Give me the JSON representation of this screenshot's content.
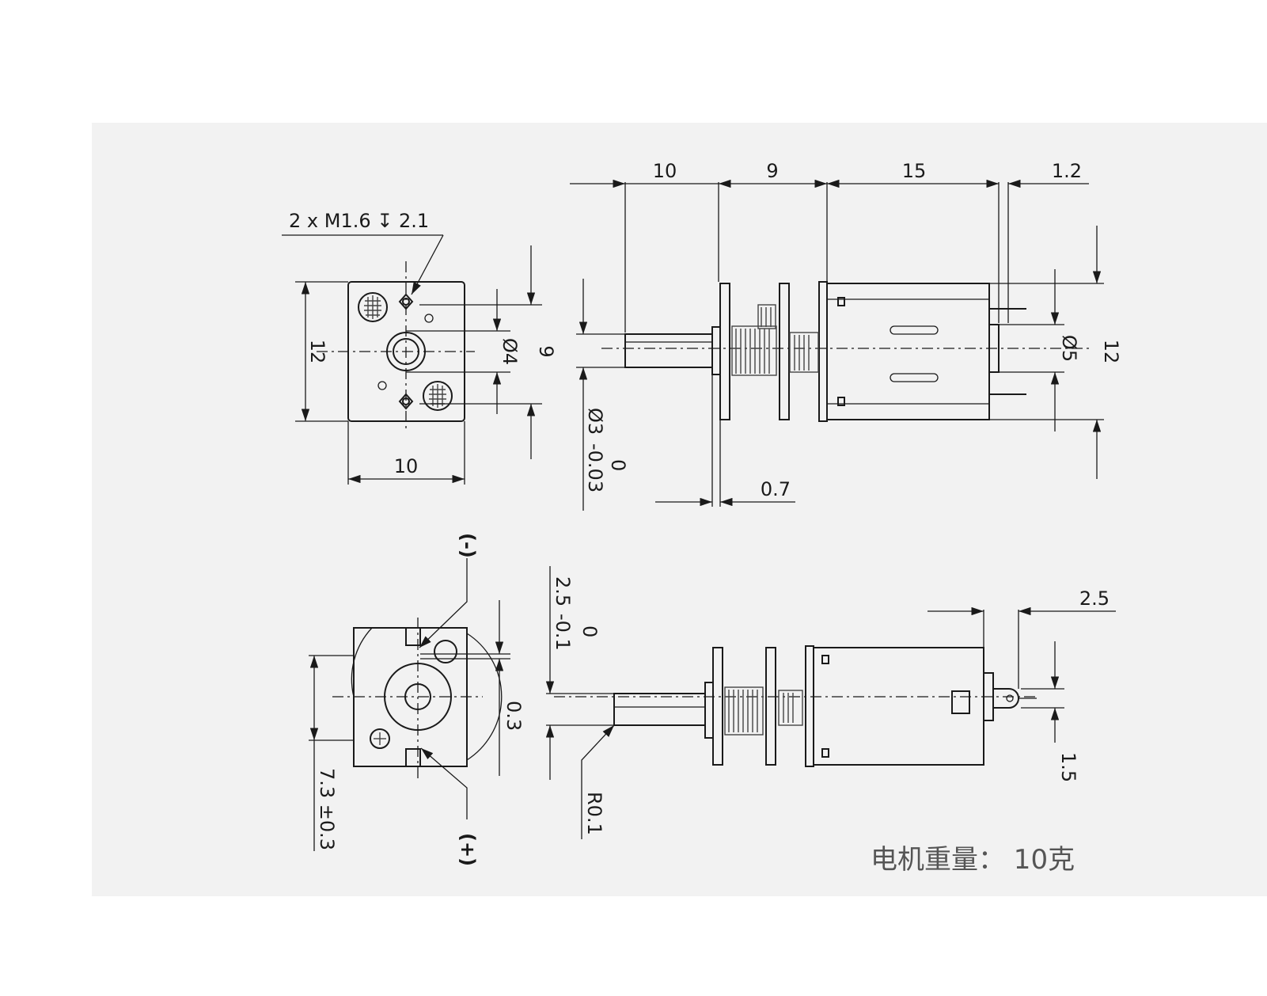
{
  "drawing": {
    "background": "#f2f2f2",
    "line_color": "#1a1a1a",
    "weight_note": "电机重量： 10克",
    "front_view": {
      "callout_screw": "2 x M1.6 ↧ 2.1",
      "dim_height": "12",
      "dim_width": "10",
      "dim_boss": "Ø4",
      "dim_hole_spacing": "9"
    },
    "side_view": {
      "dim_shaft_length": "10",
      "dim_gearbox": "9",
      "dim_motor": "15",
      "dim_end_cap": "1.2",
      "dim_shaft_dia_nominal": "Ø3",
      "dim_shaft_dia_upper": "0",
      "dim_shaft_dia_lower": "-0.03",
      "dim_flange": "0.7",
      "dim_body_dia": "Ø5",
      "dim_body_height": "12"
    },
    "rear_view": {
      "terminal_negative": "(-)",
      "terminal_positive": "(+)",
      "dim_terminal_offset": "7.3 ±0.3",
      "dim_flat_nominal": "2.5",
      "dim_flat_upper": "0",
      "dim_flat_lower": "-0.1",
      "dim_flat_gap": "0.3"
    },
    "bottom_side_view": {
      "dim_terminal_len": "2.5",
      "dim_terminal_thk": "1.5",
      "dim_radius": "R0.1"
    }
  }
}
